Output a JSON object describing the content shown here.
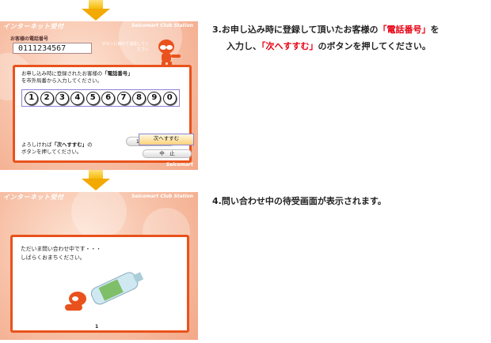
{
  "screen1": {
    "header_title": "インターネット受付",
    "header_logo": "Seicomart Club Station",
    "phone_label": "お客様の電話番号",
    "phone_value": "0111234567",
    "hint": "ボタンに触れて消去してください",
    "instruction_prefix": "お申し込み時に登録されたお客様の",
    "instruction_highlight": "「電話番号」",
    "instruction_line2": "を市外局番から入力してください。",
    "keys": [
      "1",
      "2",
      "3",
      "4",
      "5",
      "6",
      "7",
      "8",
      "9",
      "0"
    ],
    "back_button": "1文字もどる",
    "confirm_line1_prefix": "よろしければ",
    "confirm_highlight": "「次へすすむ」",
    "confirm_line1_suffix": "の",
    "confirm_line2": "ボタンを押してください。",
    "next_button": "次へすすむ",
    "stop_button": "中　止",
    "footer_logo": "Seicomart"
  },
  "screen2": {
    "header_title": "インターネット受付",
    "header_logo": "Seicomart Club Station",
    "wait_line1": "ただいま問い合わせ中です・・・",
    "wait_line2": "しばらくおまちください。",
    "page_number": "1"
  },
  "steps": {
    "step3_prefix": "3.お申し込み時に登録して頂いたお客様の",
    "step3_highlight1": "「電話番号」",
    "step3_mid": "を",
    "step3_line2_prefix": "入力し、",
    "step3_highlight2": "「次へすすむ」",
    "step3_line2_suffix": "のボタンを押してください。",
    "step4": "4.問い合わせ中の待受画面が表示されます。"
  },
  "colors": {
    "accent_orange": "#e9521c",
    "highlight_red": "#e60012",
    "arrow_yellow": "#f5b800",
    "focus_purple": "#8a83d6"
  }
}
